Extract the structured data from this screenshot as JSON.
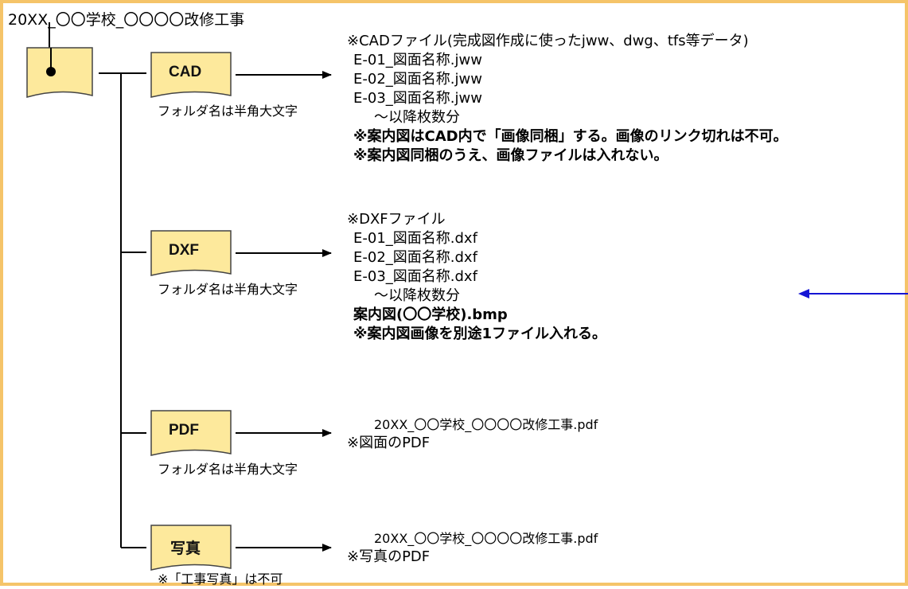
{
  "root": {
    "title": "20XX_〇〇学校_〇〇〇〇改修工事"
  },
  "colors": {
    "frame": "#f5c469",
    "folder_fill": "#fde99c",
    "folder_stroke": "#444444",
    "arrow_blue": "#1515d4"
  },
  "folders": [
    {
      "label": "CAD",
      "note": "フォルダ名は半角大文字",
      "lines": [
        {
          "text": "※CADファイル(完成図作成に使ったjww、dwg、tfs等データ)",
          "style": "normal",
          "indent": 0
        },
        {
          "text": "E-01_図面名称.jww",
          "style": "normal",
          "indent": 1
        },
        {
          "text": "E-02_図面名称.jww",
          "style": "normal",
          "indent": 1
        },
        {
          "text": "E-03_図面名称.jww",
          "style": "normal",
          "indent": 1
        },
        {
          "text": "～以降枚数分",
          "style": "normal",
          "indent": 2
        },
        {
          "text": "※案内図はCAD内で「画像同梱」する。画像のリンク切れは不可。",
          "style": "bold",
          "indent": 1
        },
        {
          "text": "※案内図同梱のうえ、画像ファイルは入れない。",
          "style": "bold",
          "indent": 1
        }
      ]
    },
    {
      "label": "DXF",
      "note": "フォルダ名は半角大文字",
      "lines": [
        {
          "text": "※DXFファイル",
          "style": "normal",
          "indent": 0
        },
        {
          "text": "E-01_図面名称.dxf",
          "style": "normal",
          "indent": 1
        },
        {
          "text": "E-02_図面名称.dxf",
          "style": "normal",
          "indent": 1
        },
        {
          "text": "E-03_図面名称.dxf",
          "style": "normal",
          "indent": 1
        },
        {
          "text": "～以降枚数分",
          "style": "normal",
          "indent": 2
        },
        {
          "text": "案内図(〇〇学校).bmp",
          "style": "bold",
          "indent": 1
        },
        {
          "text": "※案内図画像を別途1ファイル入れる。",
          "style": "bold",
          "indent": 1
        }
      ]
    },
    {
      "label": "PDF",
      "note": "フォルダ名は半角大文字",
      "lines": [
        {
          "text": "20XX_〇〇学校_〇〇〇〇改修工事.pdf",
          "style": "small",
          "indent": 2
        },
        {
          "text": "※図面のPDF",
          "style": "normal",
          "indent": 0
        }
      ]
    },
    {
      "label": "写真",
      "note": "※「工事写真」は不可",
      "lines": [
        {
          "text": "20XX_〇〇学校_〇〇〇〇改修工事.pdf",
          "style": "small",
          "indent": 2
        },
        {
          "text": "※写真のPDF",
          "style": "normal",
          "indent": 0
        }
      ]
    }
  ]
}
